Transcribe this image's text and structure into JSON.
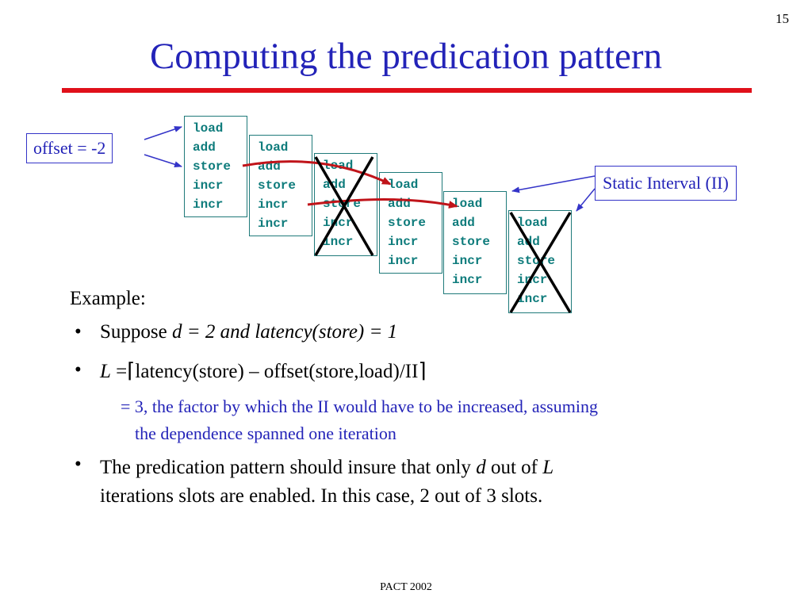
{
  "slide_number": "15",
  "title": "Computing the predication pattern",
  "offset_label": "offset = -2",
  "static_interval_label": "Static Interval (II)",
  "iteration_instructions": [
    "load",
    "add",
    "store",
    "incr",
    "incr"
  ],
  "example_label": "Example:",
  "bullet_marker": "•",
  "bullet1": {
    "prefix": "Suppose ",
    "italic": "d = 2 and latency(store) = 1"
  },
  "bullet2": {
    "var": "L",
    "equals": " =",
    "ceil_left": "⌈",
    "expression": "latency(store) – offset(store,load)/II",
    "ceil_right": "⌉"
  },
  "subnote": {
    "line1": "= 3, the factor by which the II would have to be increased, assuming",
    "line2": "the dependence spanned one iteration"
  },
  "bullet3": {
    "part1": "The predication pattern should insure that only ",
    "d": "d",
    "part2": " out of ",
    "L": "L",
    "line2": "iterations slots are enabled. In this case, 2 out of 3 slots."
  },
  "footer": "PACT 2002",
  "colors": {
    "title_blue": "#2323b8",
    "rule_red": "#e0101a",
    "code_teal": "#0f7c7c",
    "arrow_blue": "#3434c8",
    "dependence_red": "#c0141a"
  }
}
